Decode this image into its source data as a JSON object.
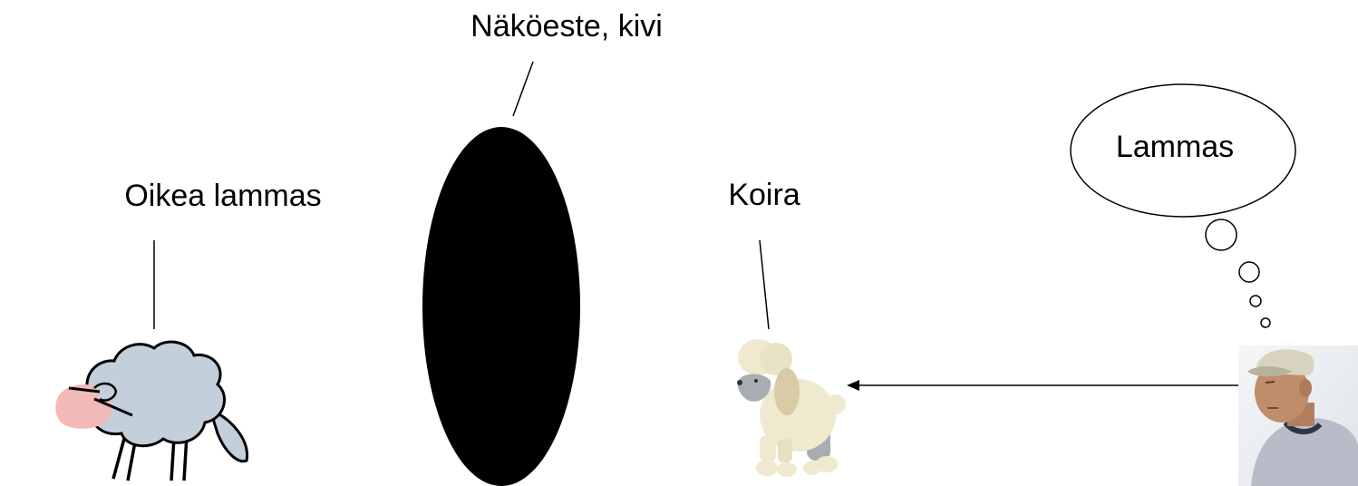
{
  "labels": {
    "obstacle": "Näköeste, kivi",
    "real_sheep": "Oikea lammas",
    "dog": "Koira",
    "thought": "Lammas"
  },
  "colors": {
    "background": "#ffffff",
    "ink": "#000000",
    "sheep_wool": "#c3cfdb",
    "sheep_face": "#f1b9b7",
    "dog_fur": "#efe9cf",
    "dog_grey": "#a9acb0",
    "man_shirt": "#b9bcc8",
    "man_skin": "#c08d6a"
  },
  "icons": {
    "sheep": "sheep-illustration",
    "obstacle": "black-ellipse-rock",
    "dog": "poodle-illustration",
    "person": "man-with-cap-photo",
    "thought": "thought-bubble"
  }
}
